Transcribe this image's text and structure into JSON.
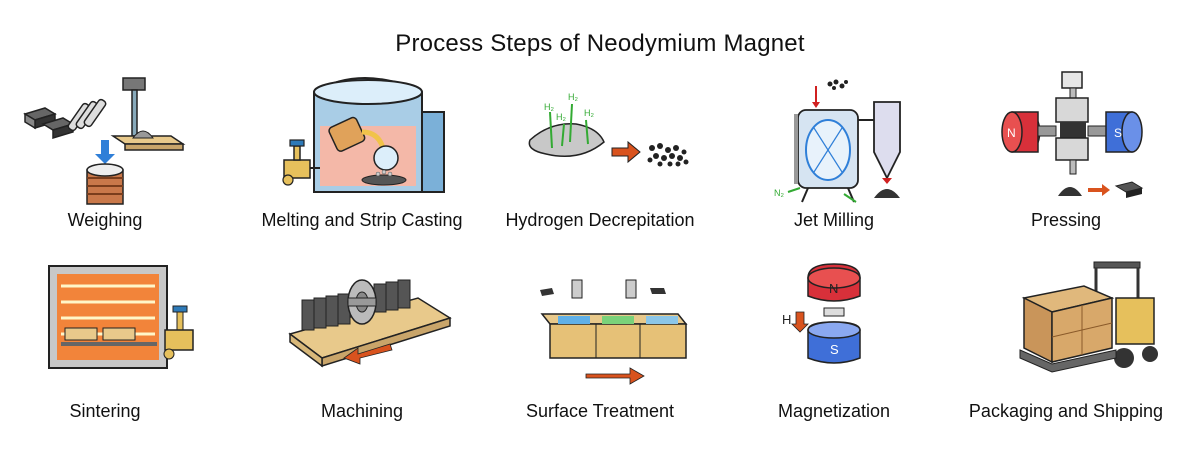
{
  "title": "Process Steps of Neodymium Magnet",
  "steps": [
    {
      "label": "Weighing"
    },
    {
      "label": "Melting and Strip Casting"
    },
    {
      "label": "Hydrogen Decrepitation"
    },
    {
      "label": "Jet Milling"
    },
    {
      "label": "Pressing"
    },
    {
      "label": "Sintering"
    },
    {
      "label": "Machining"
    },
    {
      "label": "Surface Treatment"
    },
    {
      "label": "Magnetization"
    },
    {
      "label": "Packaging and Shipping"
    }
  ],
  "icon_text": {
    "h2": "H₂",
    "n2": "N₂",
    "north": "N",
    "south": "S",
    "field": "H"
  },
  "colors": {
    "arrow_orange": "#d9531e",
    "arrow_blue": "#2f7fd8",
    "magnet_red": "#d8303a",
    "magnet_blue": "#3f6fd8",
    "furnace_orange": "#f2843a",
    "wood": "#e8c98b",
    "gas_green": "#33aa33"
  }
}
